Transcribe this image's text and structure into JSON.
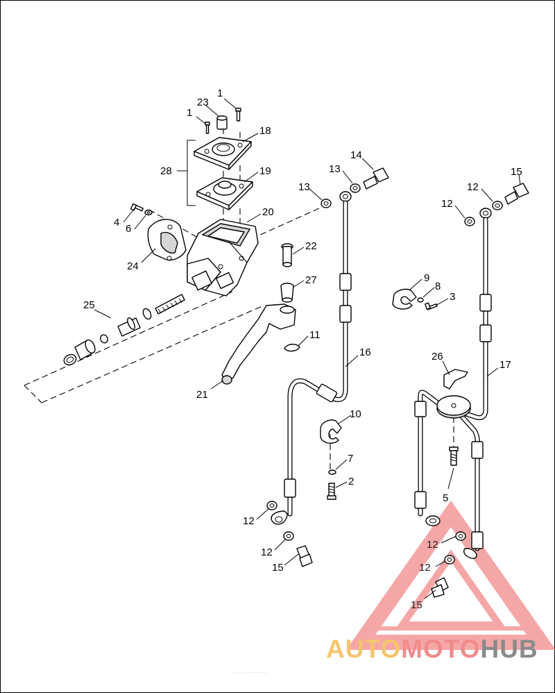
{
  "diagram": {
    "callouts": {
      "c1a": "1",
      "c1b": "1",
      "c23": "23",
      "c18": "18",
      "c28": "28",
      "c19": "19",
      "c14": "14",
      "c13a": "13",
      "c13b": "13",
      "c15a": "15",
      "c12a": "12",
      "c12b": "12",
      "c4": "4",
      "c6": "6",
      "c20": "20",
      "c22": "22",
      "c24": "24",
      "c27": "27",
      "c9": "9",
      "c8": "8",
      "c3": "3",
      "c25": "25",
      "c11": "11",
      "c16": "16",
      "c26": "26",
      "c17": "17",
      "c21": "21",
      "c10": "10",
      "c7": "7",
      "c2": "2",
      "c5": "5",
      "c12c": "12",
      "c12d": "12",
      "c15b": "15",
      "c12e": "12",
      "c12f": "12",
      "c15c": "15"
    }
  },
  "watermark": {
    "brand_part1": "AUTO",
    "brand_part2": "MOTO",
    "brand_part3": "HUB",
    "caption": "· ·· · ··· · ··· ·····",
    "triangle_color": "#f28a8a",
    "auto_color": "#f5c46e",
    "moto_color": "#f08c8c",
    "hub_color": "#8a8a8a"
  }
}
